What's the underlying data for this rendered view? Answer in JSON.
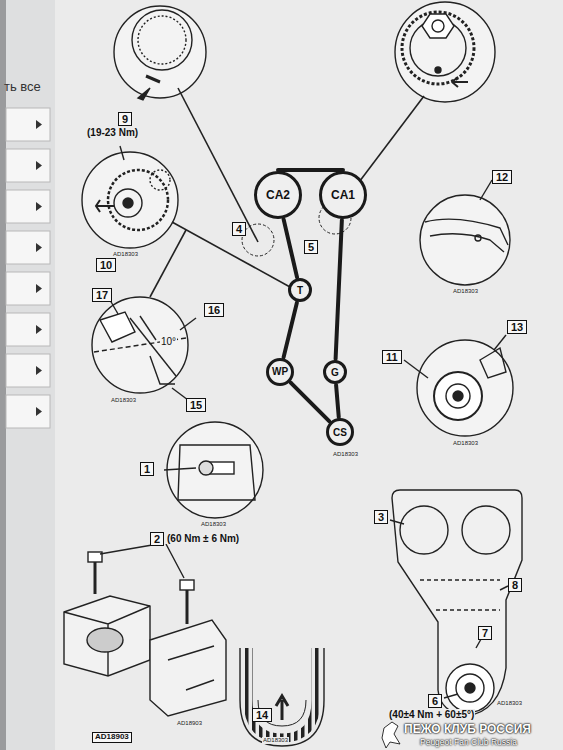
{
  "diagram": {
    "nodes": [
      {
        "text": [
          "CA2"
        ]
      },
      {
        "text": [
          "CA1"
        ]
      },
      {
        "text": [
          "T"
        ]
      },
      {
        "text": [
          "WP"
        ]
      },
      {
        "text": [
          "G"
        ]
      },
      {
        "text": [
          "CS"
        ]
      }
    ],
    "edges": [
      {
        "from": 0,
        "to": 1,
        "arrow": "none"
      },
      {
        "from": 0,
        "to": 2,
        "arrow": "none"
      },
      {
        "from": 2,
        "to": 3,
        "arrow": "none"
      },
      {
        "from": 3,
        "to": 5,
        "arrow": "none"
      },
      {
        "from": 5,
        "to": 4,
        "arrow": "none"
      },
      {
        "from": 4,
        "to": 1,
        "arrow": "none"
      }
    ],
    "labels": [
      "ть все",
      "9",
      "(19-23 Nm)",
      "10",
      "AD18303",
      "4",
      "5",
      "12",
      "AD18303",
      "17",
      "16",
      "10°",
      "15",
      "AD18303",
      "AD18303",
      "13",
      "11",
      "AD18303",
      "1",
      "AD18303",
      "3",
      "8",
      "2",
      "(60 Nm ± 6 Nm)",
      "AD18903",
      "AD18903",
      "14",
      "AD18303",
      "7",
      "6",
      "(40±4 Nm + 60±5°)",
      "AD18303",
      "ПЕЖО КЛУБ РОССИЯ",
      "Peugeot Fan Club Russia"
    ]
  }
}
